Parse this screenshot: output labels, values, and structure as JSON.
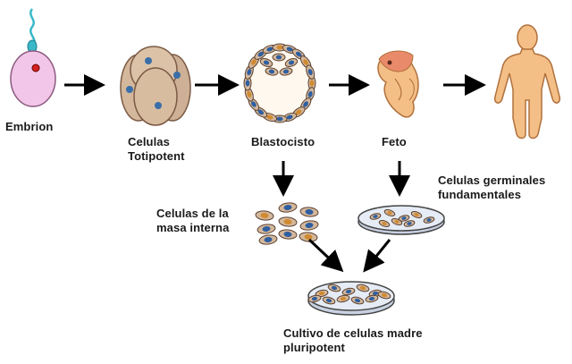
{
  "labels": {
    "embryo": "Embrion",
    "totipotent": [
      "Celulas",
      "Totipotent"
    ],
    "blastocyst": "Blastocisto",
    "fetus": "Feto",
    "inner_mass": [
      "Celulas de la",
      "masa interna"
    ],
    "germ_cells": [
      "Celulas germinales",
      "fundamentales"
    ],
    "culture": [
      "Cultivo de celulas madre",
      "pluripotent"
    ]
  },
  "colors": {
    "cell_fill": "#d4b89c",
    "cell_stroke": "#7a5a44",
    "nucleus": "#3a6ea8",
    "embryo_fill": "#f2c6e8",
    "sperm": "#39b8c8",
    "skin": "#f4bf86",
    "fetus_pink": "#e98a6a",
    "dish": "#d8e0ec",
    "arrow": "#000000"
  }
}
